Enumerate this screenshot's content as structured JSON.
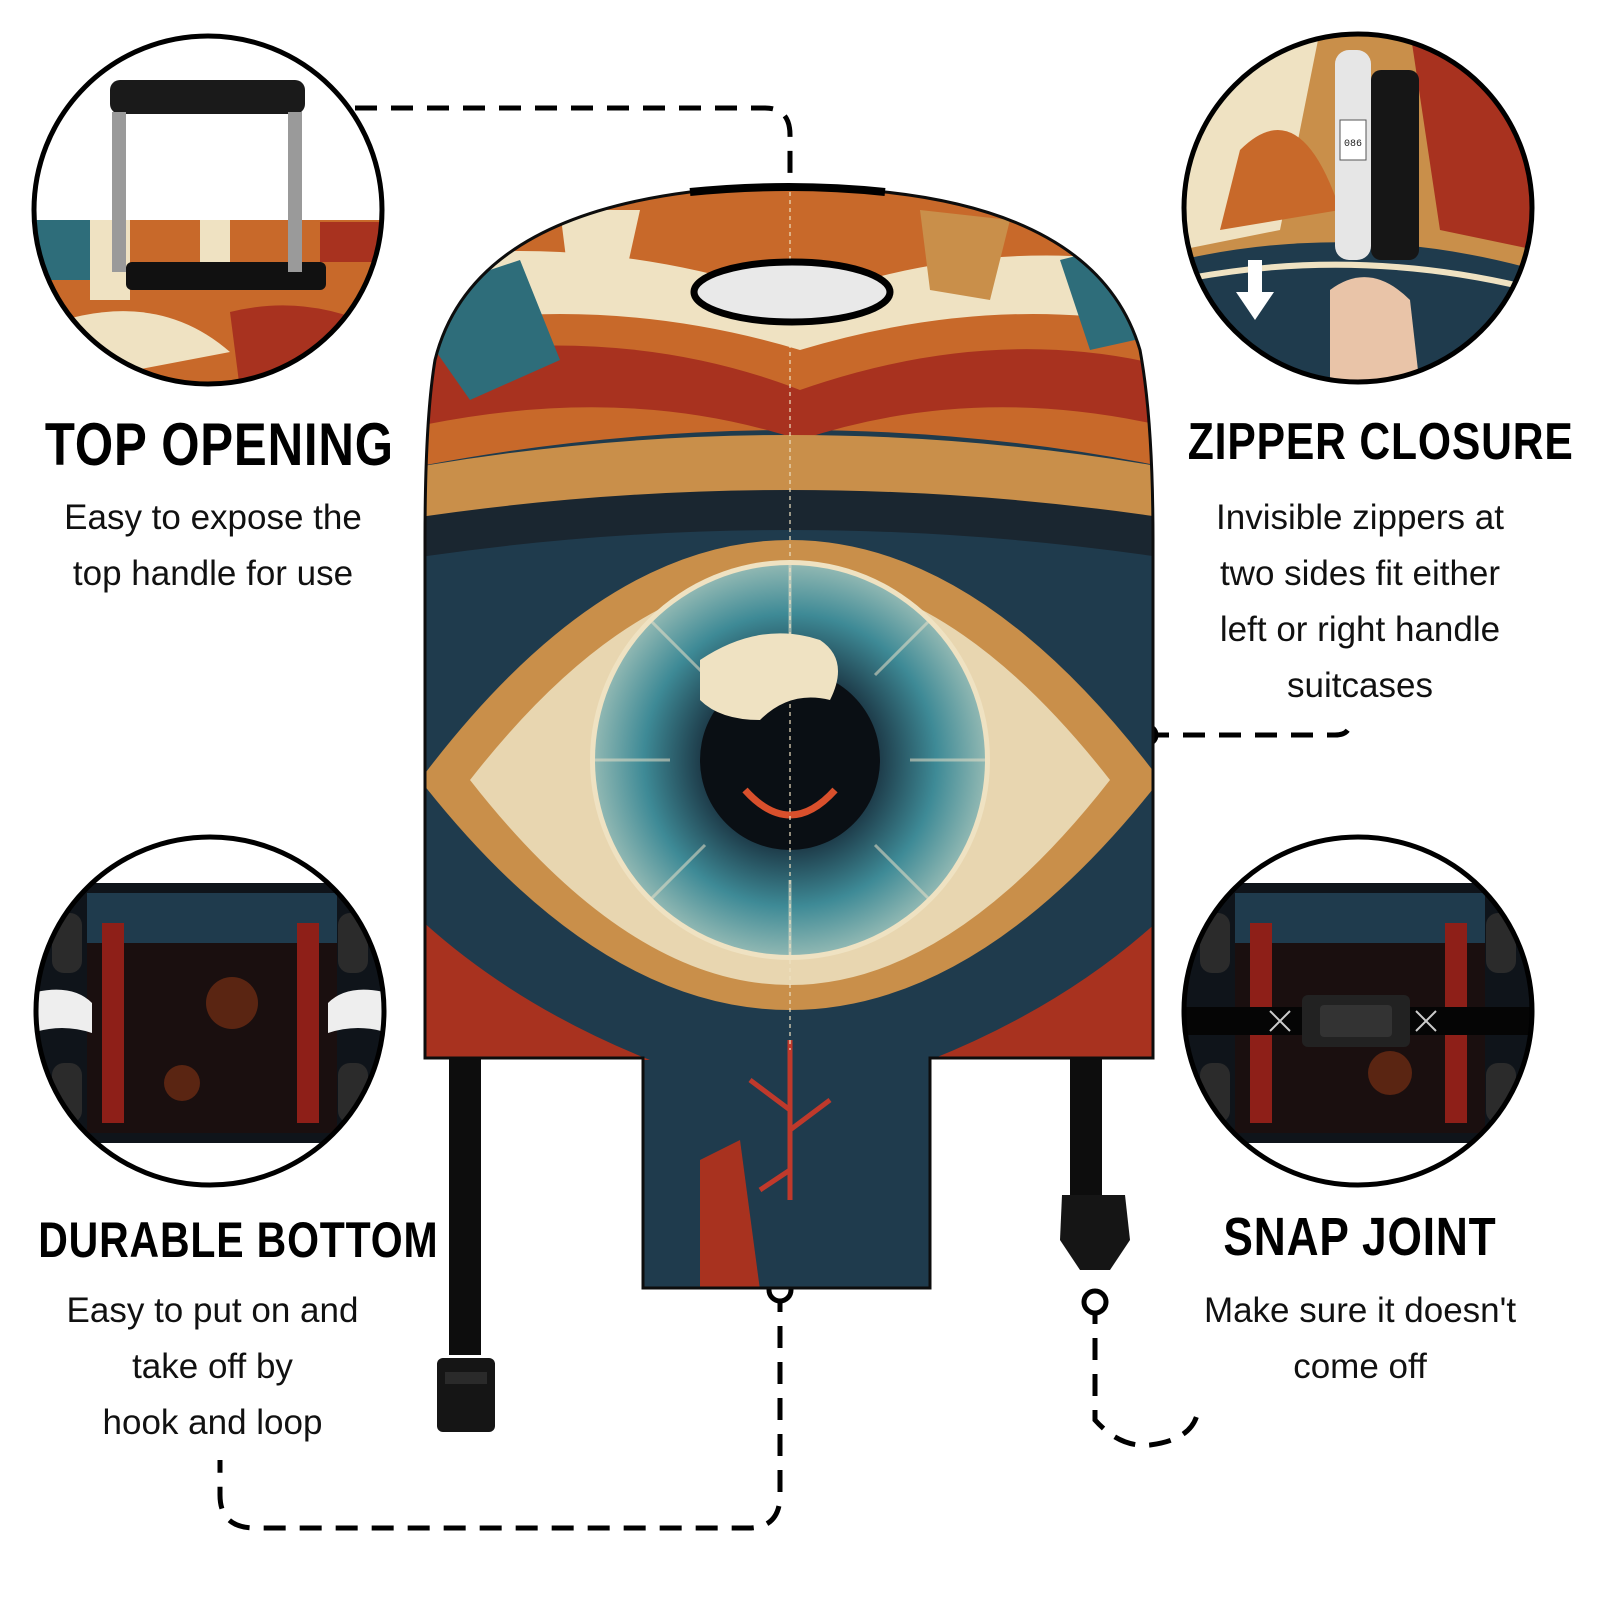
{
  "colors": {
    "ink": "#000000",
    "navy": "#1f3b4d",
    "teal": "#2e6d7a",
    "orange": "#c8692a",
    "rust": "#a8321f",
    "cream": "#efe2c2",
    "tan": "#c98f4a"
  },
  "features": {
    "top_opening": {
      "title": "TOP OPENING",
      "desc_lines": [
        "Easy to expose the",
        "top handle for use"
      ]
    },
    "zipper_closure": {
      "title": "ZIPPER CLOSURE",
      "desc_lines": [
        "Invisible zippers at",
        "two sides fit either",
        "left or right handle",
        "suitcases"
      ],
      "lock_digits": "086"
    },
    "durable_bottom": {
      "title": "DURABLE BOTTOM",
      "desc_lines": [
        "Easy to put on and",
        "take off by",
        "hook and loop"
      ]
    },
    "snap_joint": {
      "title": "SNAP JOINT",
      "desc_lines": [
        "Make sure it doesn't",
        "come off"
      ]
    }
  }
}
